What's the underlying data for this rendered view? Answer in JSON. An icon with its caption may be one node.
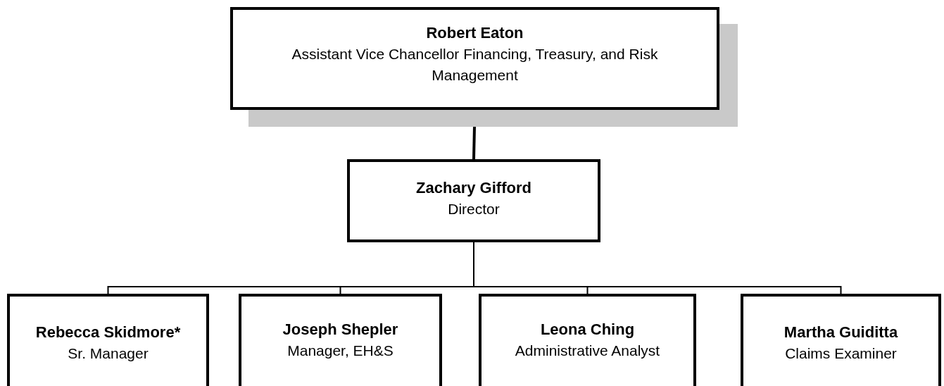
{
  "diagram": {
    "nodes": [
      {
        "text": [
          "Robert Eaton",
          "Assistant Vice Chancellor Financing, Treasury, and Risk Management"
        ]
      },
      {
        "text": [
          "Zachary Gifford",
          "Director"
        ]
      },
      {
        "text": [
          "Rebecca Skidmore*",
          "Sr. Manager"
        ]
      },
      {
        "text": [
          "Joseph Shepler",
          "Manager, EH&S"
        ]
      },
      {
        "text": [
          "Leona Ching",
          "Administrative Analyst"
        ]
      },
      {
        "text": [
          "Martha Guiditta",
          "Claims Examiner"
        ]
      }
    ],
    "edges": [
      {
        "from": 0,
        "to": 1,
        "arrow": "none"
      },
      {
        "from": 1,
        "to": 2,
        "arrow": "none"
      },
      {
        "from": 1,
        "to": 3,
        "arrow": "none"
      },
      {
        "from": 1,
        "to": 4,
        "arrow": "none"
      },
      {
        "from": 1,
        "to": 5,
        "arrow": "none"
      }
    ]
  }
}
